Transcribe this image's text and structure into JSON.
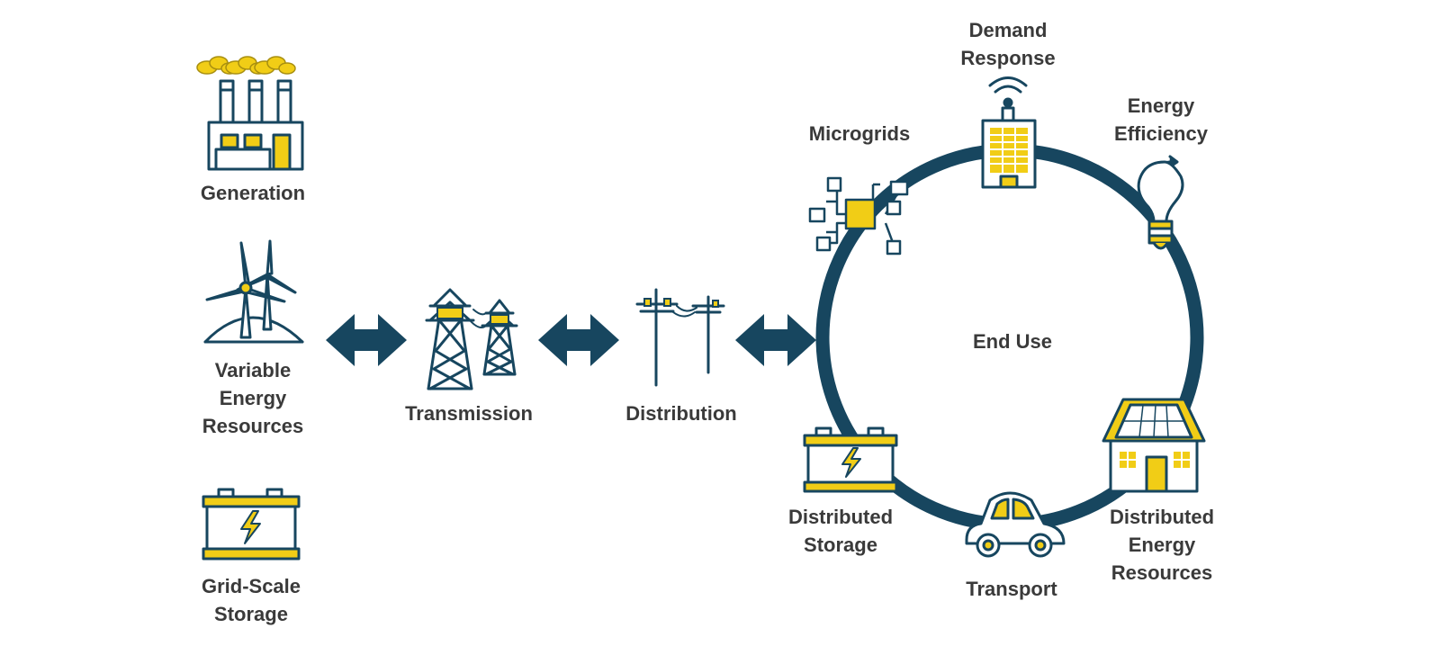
{
  "labels": {
    "generation": [
      "Generation"
    ],
    "variable_energy": [
      "Variable",
      "Energy",
      "Resources"
    ],
    "grid_storage": [
      "Grid-Scale",
      "Storage"
    ],
    "transmission": [
      "Transmission"
    ],
    "distribution": [
      "Distribution"
    ],
    "end_use": [
      "End Use"
    ],
    "microgrids": [
      "Microgrids"
    ],
    "demand_response": [
      "Demand",
      "Response"
    ],
    "energy_efficiency": [
      "Energy",
      "Efficiency"
    ],
    "distributed_storage": [
      "Distributed",
      "Storage"
    ],
    "transport": [
      "Transport"
    ],
    "distributed_energy": [
      "Distributed",
      "Energy",
      "Resources"
    ]
  },
  "colors": {
    "navy": "#17465f",
    "yellow": "#f1cd16",
    "text": "#3a3a3a",
    "background": "#ffffff"
  },
  "icons": [
    "factory-icon",
    "wind-turbine-icon",
    "battery-icon",
    "transmission-tower-icon",
    "utility-pole-icon",
    "double-arrow-icon",
    "microgrid-icon",
    "building-wifi-icon",
    "lightbulb-icon",
    "house-solar-icon",
    "car-icon"
  ]
}
